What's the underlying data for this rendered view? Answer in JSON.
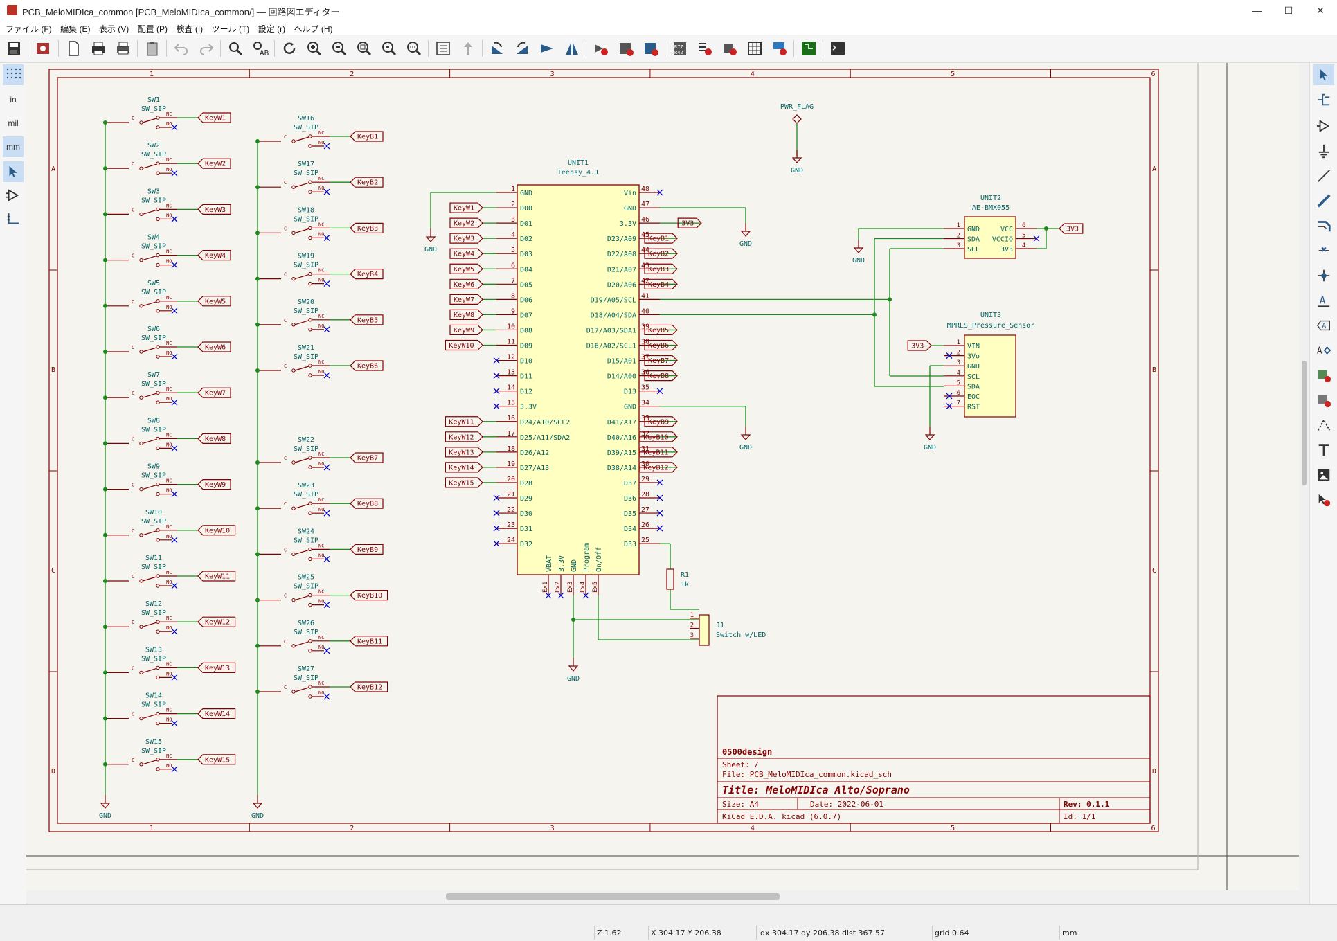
{
  "window": {
    "title": "PCB_MeloMIDIca_common [PCB_MeloMIDIca_common/] — 回路図エディター",
    "controls": [
      "—",
      "☐",
      "✕"
    ]
  },
  "menu": [
    "ファイル (F)",
    "編集 (E)",
    "表示 (V)",
    "配置 (P)",
    "検査 (I)",
    "ツール (T)",
    "設定 (r)",
    "ヘルプ (H)"
  ],
  "units": {
    "in": "in",
    "mil": "mil",
    "mm": "mm"
  },
  "schematic": {
    "col_labels": [
      "1",
      "2",
      "3",
      "4",
      "5",
      "6"
    ],
    "row_labels": [
      "A",
      "B",
      "C",
      "D"
    ],
    "pwr_flag": "PWR_FLAG",
    "gnd": "GND",
    "v3v3": "3V3",
    "sw_type": "SW_SIP",
    "sw_pins": {
      "c": "C",
      "nc": "NC",
      "no": "NO"
    },
    "left_switches": [
      {
        "ref": "SW1",
        "label": "KeyW1"
      },
      {
        "ref": "SW2",
        "label": "KeyW2"
      },
      {
        "ref": "SW3",
        "label": "KeyW3"
      },
      {
        "ref": "SW4",
        "label": "KeyW4"
      },
      {
        "ref": "SW5",
        "label": "KeyW5"
      },
      {
        "ref": "SW6",
        "label": "KeyW6"
      },
      {
        "ref": "SW7",
        "label": "KeyW7"
      },
      {
        "ref": "SW8",
        "label": "KeyW8"
      },
      {
        "ref": "SW9",
        "label": "KeyW9"
      },
      {
        "ref": "SW10",
        "label": "KeyW10"
      },
      {
        "ref": "SW11",
        "label": "KeyW11"
      },
      {
        "ref": "SW12",
        "label": "KeyW12"
      },
      {
        "ref": "SW13",
        "label": "KeyW13"
      },
      {
        "ref": "SW14",
        "label": "KeyW14"
      },
      {
        "ref": "SW15",
        "label": "KeyW15"
      }
    ],
    "right_switches_top": [
      {
        "ref": "SW16",
        "label": "KeyB1"
      },
      {
        "ref": "SW17",
        "label": "KeyB2"
      },
      {
        "ref": "SW18",
        "label": "KeyB3"
      },
      {
        "ref": "SW19",
        "label": "KeyB4"
      },
      {
        "ref": "SW20",
        "label": "KeyB5"
      },
      {
        "ref": "SW21",
        "label": "KeyB6"
      }
    ],
    "right_switches_bottom": [
      {
        "ref": "SW22",
        "label": "KeyB7"
      },
      {
        "ref": "SW23",
        "label": "KeyB8"
      },
      {
        "ref": "SW24",
        "label": "KeyB9"
      },
      {
        "ref": "SW25",
        "label": "KeyB10"
      },
      {
        "ref": "SW26",
        "label": "KeyB11"
      },
      {
        "ref": "SW27",
        "label": "KeyB12"
      }
    ],
    "unit1": {
      "ref": "UNIT1",
      "value": "Teensy_4.1",
      "left_pins": [
        {
          "num": "1",
          "name": "GND",
          "net": ""
        },
        {
          "num": "2",
          "name": "D00",
          "net": "KeyW1"
        },
        {
          "num": "3",
          "name": "D01",
          "net": "KeyW2"
        },
        {
          "num": "4",
          "name": "D02",
          "net": "KeyW3"
        },
        {
          "num": "5",
          "name": "D03",
          "net": "KeyW4"
        },
        {
          "num": "6",
          "name": "D04",
          "net": "KeyW5"
        },
        {
          "num": "7",
          "name": "D05",
          "net": "KeyW6"
        },
        {
          "num": "8",
          "name": "D06",
          "net": "KeyW7"
        },
        {
          "num": "9",
          "name": "D07",
          "net": "KeyW8"
        },
        {
          "num": "10",
          "name": "D08",
          "net": "KeyW9"
        },
        {
          "num": "11",
          "name": "D09",
          "net": "KeyW10"
        },
        {
          "num": "12",
          "name": "D10",
          "net": "x"
        },
        {
          "num": "13",
          "name": "D11",
          "net": "x"
        },
        {
          "num": "14",
          "name": "D12",
          "net": "x"
        },
        {
          "num": "15",
          "name": "3.3V",
          "net": "x"
        },
        {
          "num": "16",
          "name": "D24/A10/SCL2",
          "net": "KeyW11"
        },
        {
          "num": "17",
          "name": "D25/A11/SDA2",
          "net": "KeyW12"
        },
        {
          "num": "18",
          "name": "D26/A12",
          "net": "KeyW13"
        },
        {
          "num": "19",
          "name": "D27/A13",
          "net": "KeyW14"
        },
        {
          "num": "20",
          "name": "D28",
          "net": "KeyW15"
        },
        {
          "num": "21",
          "name": "D29",
          "net": "x"
        },
        {
          "num": "22",
          "name": "D30",
          "net": "x"
        },
        {
          "num": "23",
          "name": "D31",
          "net": "x"
        },
        {
          "num": "24",
          "name": "D32",
          "net": "x"
        }
      ],
      "right_pins": [
        {
          "num": "48",
          "name": "Vin",
          "net": "x"
        },
        {
          "num": "47",
          "name": "GND",
          "net": ""
        },
        {
          "num": "46",
          "name": "3.3V",
          "net": "3V3"
        },
        {
          "num": "45",
          "name": "D23/A09",
          "net": "KeyB1"
        },
        {
          "num": "44",
          "name": "D22/A08",
          "net": "KeyB2"
        },
        {
          "num": "43",
          "name": "D21/A07",
          "net": "KeyB3"
        },
        {
          "num": "42",
          "name": "D20/A06",
          "net": "KeyB4"
        },
        {
          "num": "41",
          "name": "D19/A05/SCL",
          "net": ""
        },
        {
          "num": "40",
          "name": "D18/A04/SDA",
          "net": ""
        },
        {
          "num": "39",
          "name": "D17/A03/SDA1",
          "net": "KeyB5"
        },
        {
          "num": "38",
          "name": "D16/A02/SCL1",
          "net": "KeyB6"
        },
        {
          "num": "37",
          "name": "D15/A01",
          "net": "KeyB7"
        },
        {
          "num": "36",
          "name": "D14/A00",
          "net": "KeyB8"
        },
        {
          "num": "35",
          "name": "D13",
          "net": "x"
        },
        {
          "num": "34",
          "name": "GND",
          "net": ""
        },
        {
          "num": "33",
          "name": "D41/A17",
          "net": "KeyB9"
        },
        {
          "num": "32",
          "name": "D40/A16",
          "net": "KeyB10"
        },
        {
          "num": "31",
          "name": "D39/A15",
          "net": "KeyB11"
        },
        {
          "num": "30",
          "name": "D38/A14",
          "net": "KeyB12"
        },
        {
          "num": "29",
          "name": "D37",
          "net": "x"
        },
        {
          "num": "28",
          "name": "D36",
          "net": "x"
        },
        {
          "num": "27",
          "name": "D35",
          "net": "x"
        },
        {
          "num": "26",
          "name": "D34",
          "net": "x"
        },
        {
          "num": "25",
          "name": "D33",
          "net": ""
        }
      ],
      "bottom_pins": [
        {
          "num": "Ex1",
          "name": "VBAT"
        },
        {
          "num": "Ex2",
          "name": "3.3V"
        },
        {
          "num": "Ex3",
          "name": "GND"
        },
        {
          "num": "Ex4",
          "name": "Program"
        },
        {
          "num": "Ex5",
          "name": "On/Off"
        }
      ]
    },
    "unit2": {
      "ref": "UNIT2",
      "value": "AE-BMX055",
      "left_pins": [
        {
          "num": "1",
          "name": "GND"
        },
        {
          "num": "2",
          "name": "SDA"
        },
        {
          "num": "3",
          "name": "SCL"
        }
      ],
      "right_pins": [
        {
          "num": "6",
          "name": "VCC"
        },
        {
          "num": "5",
          "name": "VCCIO"
        },
        {
          "num": "4",
          "name": "3V3"
        }
      ]
    },
    "unit3": {
      "ref": "UNIT3",
      "value": "MPRLS_Pressure_Sensor",
      "pins": [
        {
          "num": "1",
          "name": "VIN"
        },
        {
          "num": "2",
          "name": "3Vo"
        },
        {
          "num": "3",
          "name": "GND"
        },
        {
          "num": "4",
          "name": "SCL"
        },
        {
          "num": "5",
          "name": "SDA"
        },
        {
          "num": "6",
          "name": "EOC"
        },
        {
          "num": "7",
          "name": "RST"
        }
      ]
    },
    "r1": {
      "ref": "R1",
      "value": "1k"
    },
    "j1": {
      "ref": "J1",
      "value": "Switch w/LED",
      "pins": [
        "1",
        "2",
        "3"
      ]
    },
    "title_block": {
      "company": "0500design",
      "sheet": "Sheet: /",
      "file": "File: PCB_MeloMIDIca_common.kicad_sch",
      "title": "Title: MeloMIDIca Alto/Soprano",
      "size": "Size: A4",
      "date": "Date: 2022-06-01",
      "rev": "Rev: 0.1.1",
      "tool": "KiCad E.D.A.  kicad (6.0.7)",
      "id": "Id: 1/1"
    }
  },
  "status": {
    "zoom": "Z 1.62",
    "xy": "X 304.17  Y 206.38",
    "dxdy": "dx 304.17  dy 206.38  dist 367.57",
    "grid": "grid 0.64",
    "unit": "mm"
  },
  "colors": {
    "wire": "#1a8a1a",
    "component": "#840000",
    "body_fill": "#ffffc2",
    "text": "#006464",
    "frame": "#840000",
    "background": "#f5f4ef",
    "junction": "#1a8a1a",
    "noconnect": "#0000c8"
  }
}
